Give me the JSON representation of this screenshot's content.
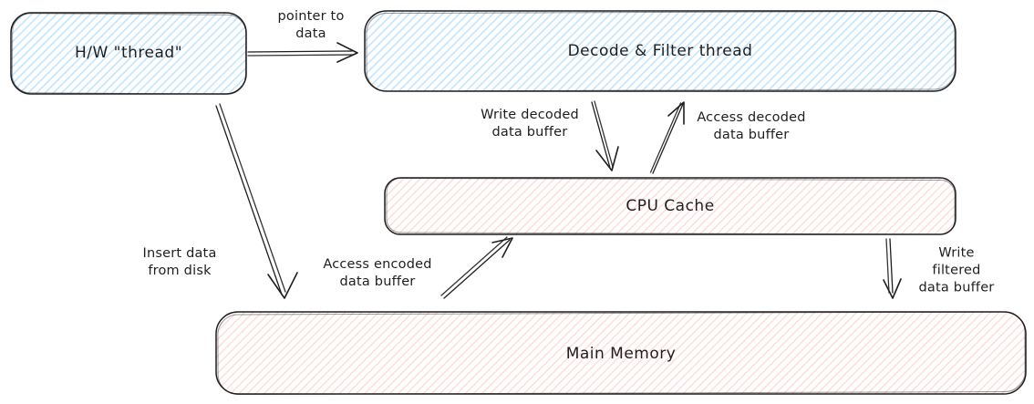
{
  "diagram": {
    "background": "#ffffff",
    "stroke_color": "#1e1e1e",
    "blue_hatch_color": "#a5d8ff",
    "pink_hatch_color": "#ffc9c9",
    "nodes": {
      "hw_thread": {
        "label": "H/W \"thread\"",
        "fill": "blue-hatch"
      },
      "decode_filter_thread": {
        "label": "Decode & Filter thread",
        "fill": "blue-hatch"
      },
      "cpu_cache": {
        "label": "CPU Cache",
        "fill": "pink-hatch"
      },
      "main_memory": {
        "label": "Main Memory",
        "fill": "pink-hatch"
      }
    },
    "edges": {
      "pointer_to_data": {
        "label": "pointer to\ndata",
        "from": "hw_thread",
        "to": "decode_filter_thread"
      },
      "insert_data_from_disk": {
        "label": "Insert data\nfrom disk",
        "from": "hw_thread",
        "to": "main_memory"
      },
      "write_decoded": {
        "label": "Write decoded\ndata buffer",
        "from": "decode_filter_thread",
        "to": "cpu_cache"
      },
      "access_decoded": {
        "label": "Access decoded\ndata buffer",
        "from": "cpu_cache",
        "to": "decode_filter_thread"
      },
      "access_encoded": {
        "label": "Access encoded\ndata buffer",
        "from": "main_memory",
        "to": "cpu_cache"
      },
      "write_filtered": {
        "label": "Write filtered\ndata buffer",
        "from": "cpu_cache",
        "to": "main_memory"
      }
    }
  }
}
